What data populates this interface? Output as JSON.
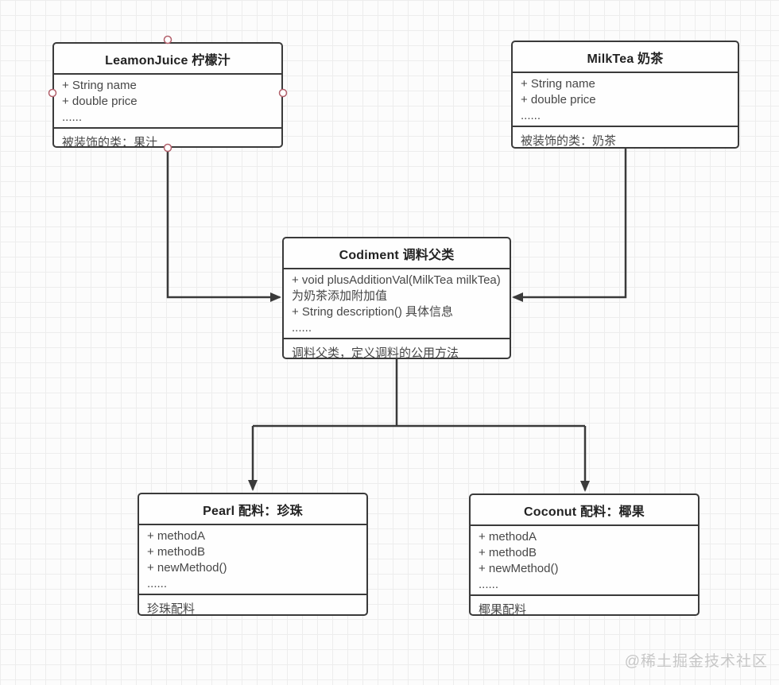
{
  "diagram": {
    "classes": [
      {
        "id": "leamonjuice",
        "title": "LeamonJuice 柠檬汁",
        "members": [
          "+ String name",
          "+ double price",
          "......"
        ],
        "note": "被装饰的类：果汁",
        "selected": true
      },
      {
        "id": "milktea",
        "title": "MilkTea 奶茶",
        "members": [
          "+ String name",
          "+ double price",
          "......"
        ],
        "note": "被装饰的类：奶茶",
        "selected": false
      },
      {
        "id": "codiment",
        "title": "Codiment 调料父类",
        "members": [
          "+ void plusAdditionVal(MilkTea milkTea) 为奶茶添加附加值",
          "+ String description() 具体信息",
          "......"
        ],
        "note": "调料父类，定义调料的公用方法",
        "selected": false
      },
      {
        "id": "pearl",
        "title": "Pearl 配料：珍珠",
        "members": [
          "+ methodA",
          "+ methodB",
          "+ newMethod()",
          "......"
        ],
        "note": "珍珠配料",
        "selected": false
      },
      {
        "id": "coconut",
        "title": "Coconut 配料：椰果",
        "members": [
          "+ methodA",
          "+ methodB",
          "+ newMethod()",
          "......"
        ],
        "note": "椰果配料",
        "selected": false
      }
    ],
    "connectors": [
      {
        "id": "leamonjuice-to-codiment",
        "from": "LeamonJuice 柠檬汁",
        "to": "Codiment 调料父类",
        "style": "solid",
        "arrowhead": "filled-triangle"
      },
      {
        "id": "milktea-to-codiment",
        "from": "MilkTea 奶茶",
        "to": "Codiment 调料父类",
        "style": "solid",
        "arrowhead": "filled-triangle"
      },
      {
        "id": "codiment-to-pearl",
        "from": "Codiment 调料父类",
        "to": "Pearl 配料：珍珠",
        "style": "solid",
        "arrowhead": "filled-triangle"
      },
      {
        "id": "codiment-to-coconut",
        "from": "Codiment 调料父类",
        "to": "Coconut 配料：椰果",
        "style": "solid",
        "arrowhead": "filled-triangle"
      }
    ]
  },
  "colors": {
    "stroke": "#3a3a3a",
    "text": "#474747",
    "handle": "#b2606b",
    "grid": "#ededed",
    "canvas": "#fcfcfc",
    "box_bg": "#fefefe",
    "watermark": "#c7c7c7"
  },
  "watermark": "@稀土掘金技术社区"
}
